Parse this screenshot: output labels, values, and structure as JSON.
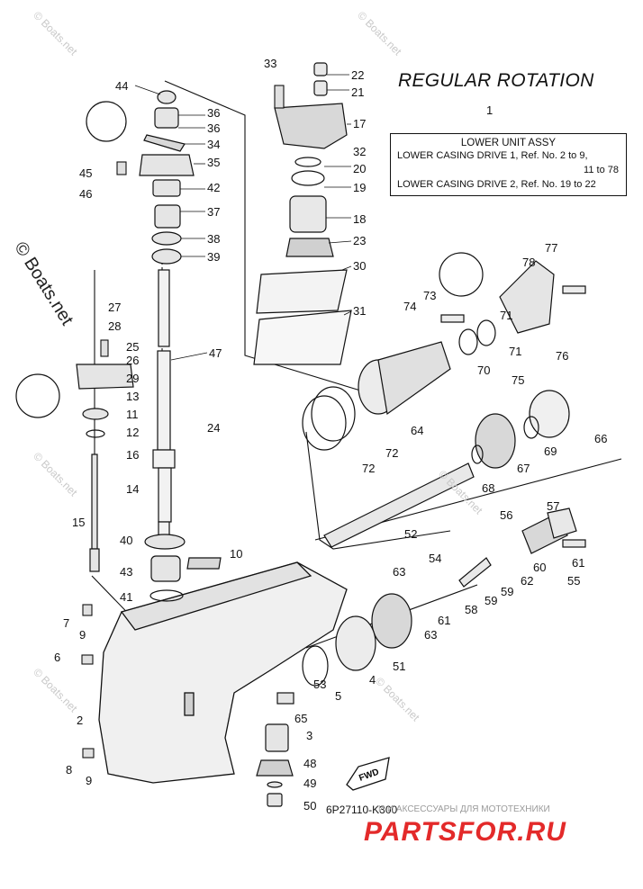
{
  "title": "REGULAR ROTATION",
  "assembly": {
    "ref_number": "1",
    "header": "LOWER UNIT ASSY",
    "line1": "LOWER CASING DRIVE 1,  Ref. No. 2 to 9,",
    "line2": "11 to 78",
    "line3": "LOWER CASING DRIVE 2,  Ref. No. 19 to 22"
  },
  "part_code": "6P27110-K300",
  "watermark_text": "© Boats.net",
  "vendor": {
    "tagline": "И И АКСЕССУАРЫ ДЛЯ МОТОТЕХНИКИ",
    "logo": "PARTSFOR.RU"
  },
  "labels": [
    {
      "id": "44",
      "text": "44"
    },
    {
      "id": "36a",
      "text": "36"
    },
    {
      "id": "36b",
      "text": "36"
    },
    {
      "id": "34",
      "text": "34"
    },
    {
      "id": "35",
      "text": "35"
    },
    {
      "id": "45",
      "text": "45"
    },
    {
      "id": "46",
      "text": "46"
    },
    {
      "id": "42",
      "text": "42"
    },
    {
      "id": "37",
      "text": "37"
    },
    {
      "id": "38",
      "text": "38"
    },
    {
      "id": "39",
      "text": "39"
    },
    {
      "id": "33",
      "text": "33"
    },
    {
      "id": "22",
      "text": "22"
    },
    {
      "id": "21",
      "text": "21"
    },
    {
      "id": "17",
      "text": "17"
    },
    {
      "id": "32",
      "text": "32"
    },
    {
      "id": "20",
      "text": "20"
    },
    {
      "id": "19",
      "text": "19"
    },
    {
      "id": "18",
      "text": "18"
    },
    {
      "id": "23",
      "text": "23"
    },
    {
      "id": "30",
      "text": "30"
    },
    {
      "id": "31",
      "text": "31"
    },
    {
      "id": "27",
      "text": "27"
    },
    {
      "id": "28",
      "text": "28"
    },
    {
      "id": "25",
      "text": "25"
    },
    {
      "id": "26",
      "text": "26"
    },
    {
      "id": "29",
      "text": "29"
    },
    {
      "id": "13",
      "text": "13"
    },
    {
      "id": "11",
      "text": "11"
    },
    {
      "id": "12",
      "text": "12"
    },
    {
      "id": "16",
      "text": "16"
    },
    {
      "id": "14",
      "text": "14"
    },
    {
      "id": "15",
      "text": "15"
    },
    {
      "id": "47",
      "text": "47"
    },
    {
      "id": "24",
      "text": "24"
    },
    {
      "id": "40",
      "text": "40"
    },
    {
      "id": "10",
      "text": "10"
    },
    {
      "id": "43",
      "text": "43"
    },
    {
      "id": "41",
      "text": "41"
    },
    {
      "id": "7",
      "text": "7"
    },
    {
      "id": "9a",
      "text": "9"
    },
    {
      "id": "6",
      "text": "6"
    },
    {
      "id": "2",
      "text": "2"
    },
    {
      "id": "8",
      "text": "8"
    },
    {
      "id": "9b",
      "text": "9"
    },
    {
      "id": "77",
      "text": "77"
    },
    {
      "id": "78",
      "text": "78"
    },
    {
      "id": "73",
      "text": "73"
    },
    {
      "id": "74",
      "text": "74"
    },
    {
      "id": "71a",
      "text": "71"
    },
    {
      "id": "71b",
      "text": "71"
    },
    {
      "id": "76",
      "text": "76"
    },
    {
      "id": "70",
      "text": "70"
    },
    {
      "id": "75",
      "text": "75"
    },
    {
      "id": "64",
      "text": "64"
    },
    {
      "id": "72a",
      "text": "72"
    },
    {
      "id": "72b",
      "text": "72"
    },
    {
      "id": "69",
      "text": "69"
    },
    {
      "id": "66",
      "text": "66"
    },
    {
      "id": "67",
      "text": "67"
    },
    {
      "id": "68",
      "text": "68"
    },
    {
      "id": "52",
      "text": "52"
    },
    {
      "id": "57",
      "text": "57"
    },
    {
      "id": "56",
      "text": "56"
    },
    {
      "id": "61a",
      "text": "61"
    },
    {
      "id": "55",
      "text": "55"
    },
    {
      "id": "60",
      "text": "60"
    },
    {
      "id": "62",
      "text": "62"
    },
    {
      "id": "59a",
      "text": "59"
    },
    {
      "id": "59b",
      "text": "59"
    },
    {
      "id": "58",
      "text": "58"
    },
    {
      "id": "63a",
      "text": "63"
    },
    {
      "id": "54",
      "text": "54"
    },
    {
      "id": "61b",
      "text": "61"
    },
    {
      "id": "63b",
      "text": "63"
    },
    {
      "id": "51",
      "text": "51"
    },
    {
      "id": "4",
      "text": "4"
    },
    {
      "id": "5",
      "text": "5"
    },
    {
      "id": "53",
      "text": "53"
    },
    {
      "id": "65",
      "text": "65"
    },
    {
      "id": "3",
      "text": "3"
    },
    {
      "id": "48",
      "text": "48"
    },
    {
      "id": "49",
      "text": "49"
    },
    {
      "id": "50",
      "text": "50"
    }
  ],
  "fwd_label": "FWD"
}
